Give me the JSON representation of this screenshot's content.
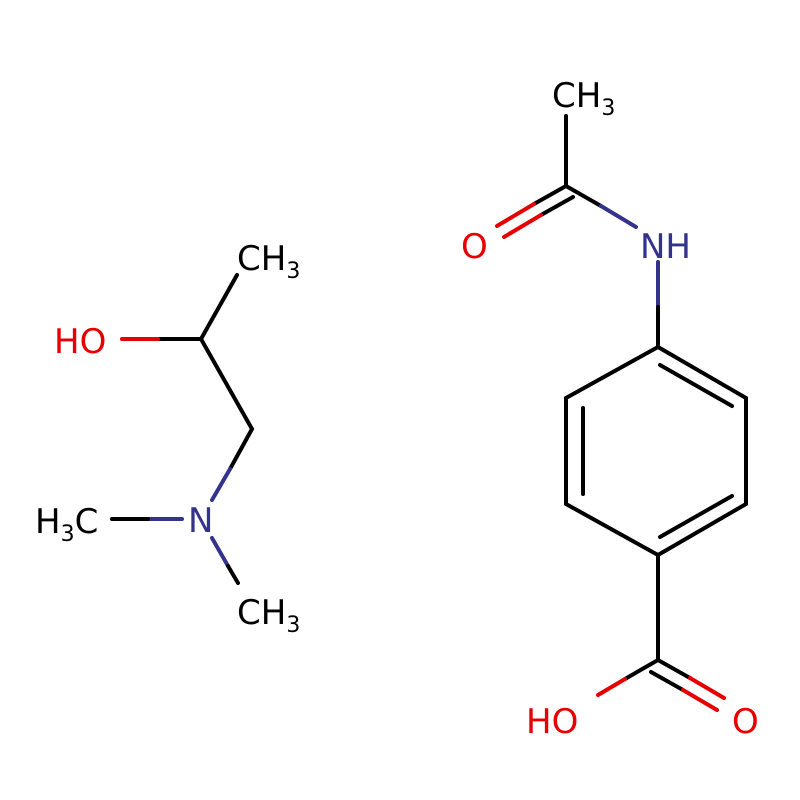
{
  "colors": {
    "carbon_bond": "#000000",
    "nitrogen": "#33338c",
    "oxygen": "#e60000",
    "background": "#ffffff"
  },
  "left_molecule": {
    "ch3_top": {
      "main": "CH",
      "sub": "3"
    },
    "ho": "HO",
    "h3c_left": {
      "main": "H",
      "sub": "3",
      "tail": "C"
    },
    "n": "N",
    "ch3_bottom": {
      "main": "CH",
      "sub": "3"
    }
  },
  "right_molecule": {
    "ch3_top": {
      "main": "CH",
      "sub": "3"
    },
    "o_carbonyl": "O",
    "nh": "NH",
    "ho_acid": "HO",
    "o_acid": "O"
  }
}
